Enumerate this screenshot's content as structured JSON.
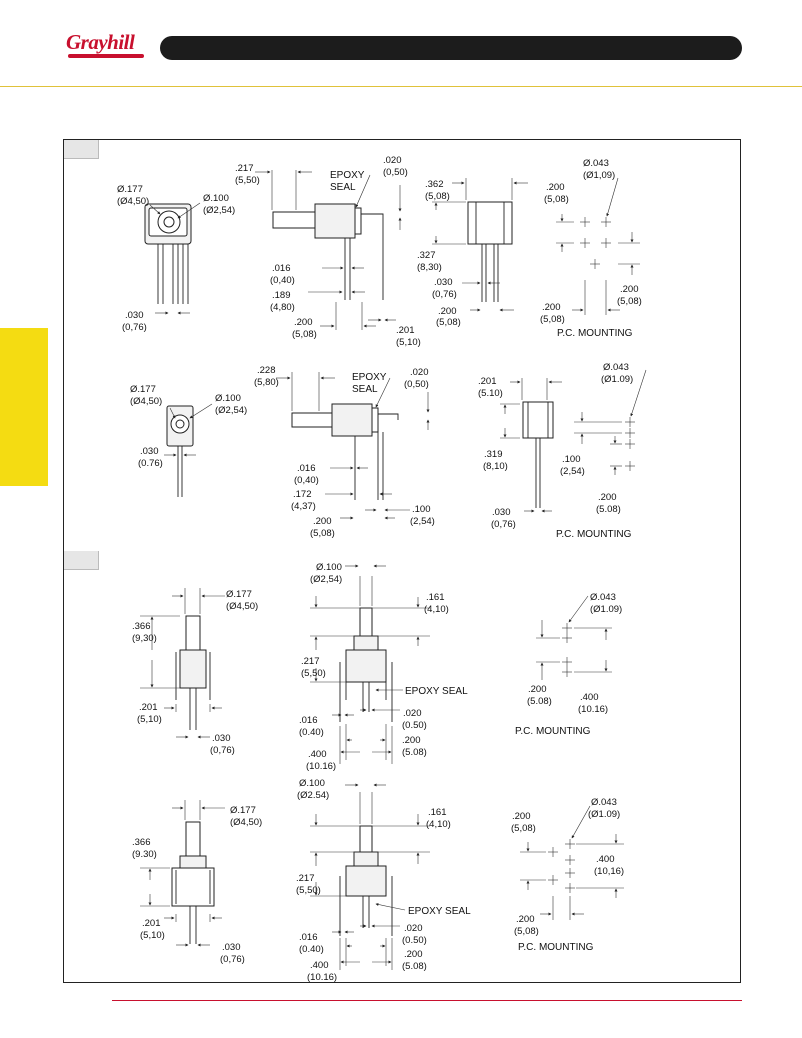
{
  "brand": {
    "logo_text": "Grayhill",
    "accent": "#c8102e",
    "bar": "#1c1c1c",
    "tab": "#f4dc12"
  },
  "figures": {
    "fig1": {
      "front": {
        "dia_shaft": "Ø.177",
        "dia_shaft_mm": "(Ø4,50)",
        "dia_hole": "Ø.100",
        "dia_hole_mm": "(Ø2,54)",
        "pin": ".030",
        "pin_mm": "(0,76)"
      },
      "side": {
        "a": ".217",
        "a_mm": "(5,50)",
        "seal1": "EPOXY",
        "seal2": "SEAL",
        "b": ".020",
        "b_mm": "(0,50)",
        "c": ".016",
        "c_mm": "(0,40)",
        "d": ".189",
        "d_mm": "(4,80)",
        "e": ".200",
        "e_mm": "(5,08)",
        "f": ".201",
        "f_mm": "(5,10)"
      },
      "end": {
        "a": ".362",
        "a_mm": "(5,08)",
        "b": ".327",
        "b_mm": "(8,30)",
        "c": ".030",
        "c_mm": "(0,76)",
        "d": ".200",
        "d_mm": "(5,08)"
      },
      "pc": {
        "hole": "Ø.043",
        "hole_mm": "(Ø1,09)",
        "a": ".200",
        "a_mm": "(5,08)",
        "b": ".200",
        "b_mm": "(5,08)",
        "c": ".200",
        "c_mm": "(5,08)",
        "title": "P.C. MOUNTING"
      }
    },
    "fig2": {
      "front": {
        "dia_shaft": "Ø.177",
        "dia_shaft_mm": "(Ø4,50)",
        "dia_hole": "Ø.100",
        "dia_hole_mm": "(Ø2,54)",
        "pin": ".030",
        "pin_mm": "(0.76)"
      },
      "side": {
        "a": ".228",
        "a_mm": "(5,80)",
        "seal1": "EPOXY",
        "seal2": "SEAL",
        "b": ".020",
        "b_mm": "(0,50)",
        "c": ".016",
        "c_mm": "(0,40)",
        "d": ".172",
        "d_mm": "(4,37)",
        "e": ".200",
        "e_mm": "(5,08)",
        "f": ".100",
        "f_mm": "(2,54)"
      },
      "end": {
        "a": ".201",
        "a_mm": "(5.10)",
        "b": ".319",
        "b_mm": "(8,10)",
        "c": ".030",
        "c_mm": "(0,76)"
      },
      "pc": {
        "hole": "Ø.043",
        "hole_mm": "(Ø1.09)",
        "a": ".100",
        "a_mm": "(2,54)",
        "b": ".200",
        "b_mm": "(5.08)",
        "title": "P.C. MOUNTING"
      }
    },
    "fig3": {
      "front": {
        "dia": "Ø.177",
        "dia_mm": "(Ø4,50)",
        "a": ".366",
        "a_mm": "(9,30)",
        "b": ".201",
        "b_mm": "(5,10)",
        "c": ".030",
        "c_mm": "(0,76)"
      },
      "side": {
        "dia": "Ø.100",
        "dia_mm": "(Ø2,54)",
        "a": ".161",
        "a_mm": "(4,10)",
        "b": ".217",
        "b_mm": "(5,50)",
        "seal": "EPOXY SEAL",
        "c": ".016",
        "c_mm": "(0.40)",
        "d": ".020",
        "d_mm": "(0.50)",
        "e": ".200",
        "e_mm": "(5.08)",
        "f": ".400",
        "f_mm": "(10.16)"
      },
      "pc": {
        "hole": "Ø.043",
        "hole_mm": "(Ø1.09)",
        "a": ".200",
        "a_mm": "(5.08)",
        "b": ".400",
        "b_mm": "(10.16)",
        "title": "P.C. MOUNTING"
      }
    },
    "fig4": {
      "front": {
        "dia": "Ø.177",
        "dia_mm": "(Ø4,50)",
        "a": ".366",
        "a_mm": "(9.30)",
        "b": ".201",
        "b_mm": "(5,10)",
        "c": ".030",
        "c_mm": "(0,76)"
      },
      "side": {
        "dia": "Ø.100",
        "dia_mm": "(Ø2.54)",
        "a": ".161",
        "a_mm": "(4,10)",
        "b": ".217",
        "b_mm": "(5,50)",
        "seal": "EPOXY SEAL",
        "c": ".016",
        "c_mm": "(0.40)",
        "d": ".020",
        "d_mm": "(0.50)",
        "e": ".200",
        "e_mm": "(5.08)",
        "f": ".400",
        "f_mm": "(10.16)"
      },
      "pc": {
        "hole": "Ø.043",
        "hole_mm": "(Ø1.09)",
        "a": ".200",
        "a_mm": "(5,08)",
        "b": ".400",
        "b_mm": "(10,16)",
        "c": ".200",
        "c_mm": "(5,08)",
        "title": "P.C. MOUNTING"
      }
    }
  }
}
